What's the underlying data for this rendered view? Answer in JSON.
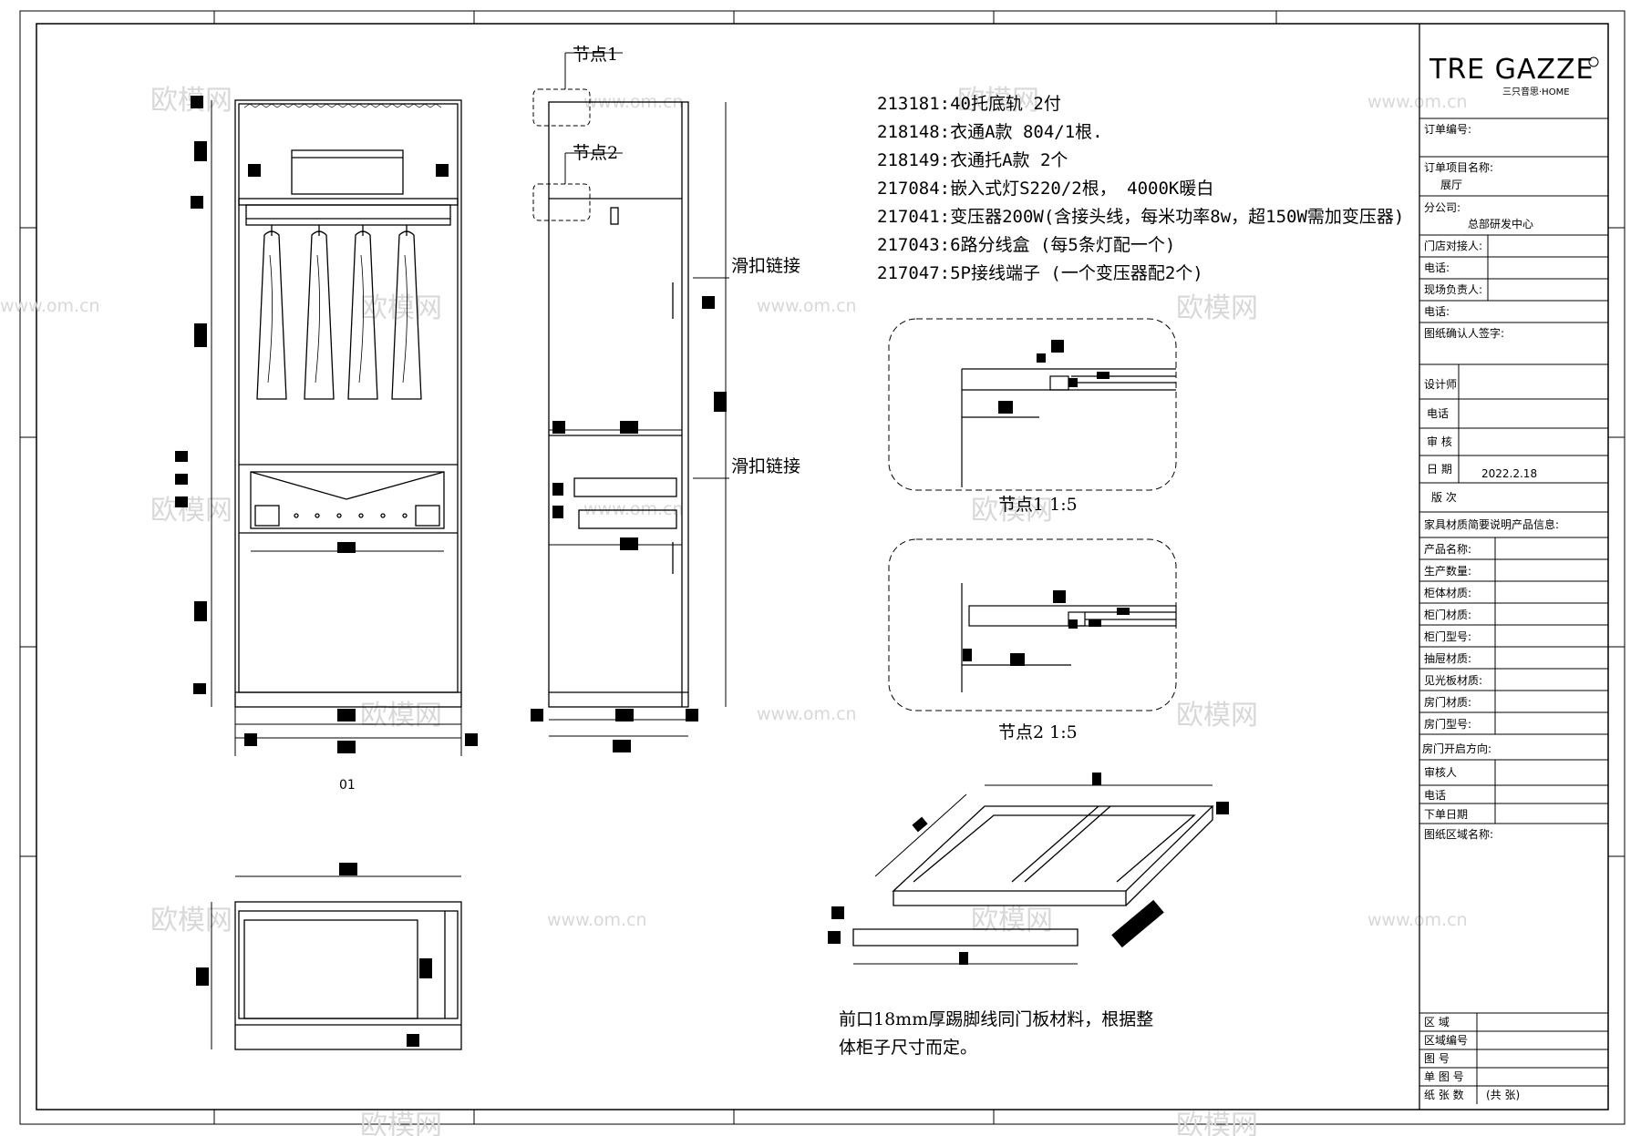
{
  "parts_list": [
    "213181:40托底轨 2付",
    "218148:衣通A款 804/1根.",
    "218149:衣通托A款 2个",
    "217084:嵌入式灯S220/2根， 4000K暖白",
    "217041:变压器200W(含接头线，每米功率8w，超150W需加变压器)",
    "217043:6路分线盒 (每5条灯配一个)",
    "217047:5P接线端子 (一个变压器配2个)"
  ],
  "labels": {
    "node1": "节点1",
    "node2": "节点2",
    "slide1": "滑扣链接",
    "slide2": "滑扣链接",
    "node1_scale": "节点1 1:5",
    "node2_scale": "节点2 1:5",
    "view_no": "01",
    "note_line1": "前口18mm厚踢脚线同门板材料，根据整",
    "note_line2": "体柜子尺寸而定。"
  },
  "title_block": {
    "logo": "TRE GAZZE",
    "logo_sub": "三只音思·HOME",
    "order_no": "订单编号:",
    "project_name": "订单项目名称:",
    "project_value": "展厅",
    "branch": "分公司:",
    "branch_value": "总部研发中心",
    "store_contact": "门店对接人:",
    "phone1": "电话:",
    "site_manager": "现场负责人:",
    "phone2": "电话:",
    "confirm_sign": "图纸确认人签字:",
    "designer": "设计师",
    "phone3": "电话",
    "review": "审 核",
    "date": "日 期",
    "date_value": "2022.2.18",
    "version": "版 次",
    "material_info": "家具材质简要说明产品信息:",
    "product_name": "产品名称:",
    "quantity": "生产数量:",
    "body_material": "柜体材质:",
    "door_material": "柜门材质:",
    "door_model": "柜门型号:",
    "drawer_material": "抽屉材质:",
    "panel_material": "见光板材质:",
    "room_door_material": "房门材质:",
    "room_door_model": "房门型号:",
    "door_open": "房门开启方向:",
    "reviewer": "审核人",
    "phone4": "电话",
    "order_date": "下单日期",
    "area_name": "图纸区域名称:",
    "region": "区 域",
    "region_no": "区域编号",
    "drawing_no": "图 号",
    "sheet_no": "单 图 号",
    "sheet_count": "纸 张 数",
    "sheet_total": "(共   张)"
  },
  "watermarks": [
    "欧模网",
    "www.om.cn"
  ]
}
